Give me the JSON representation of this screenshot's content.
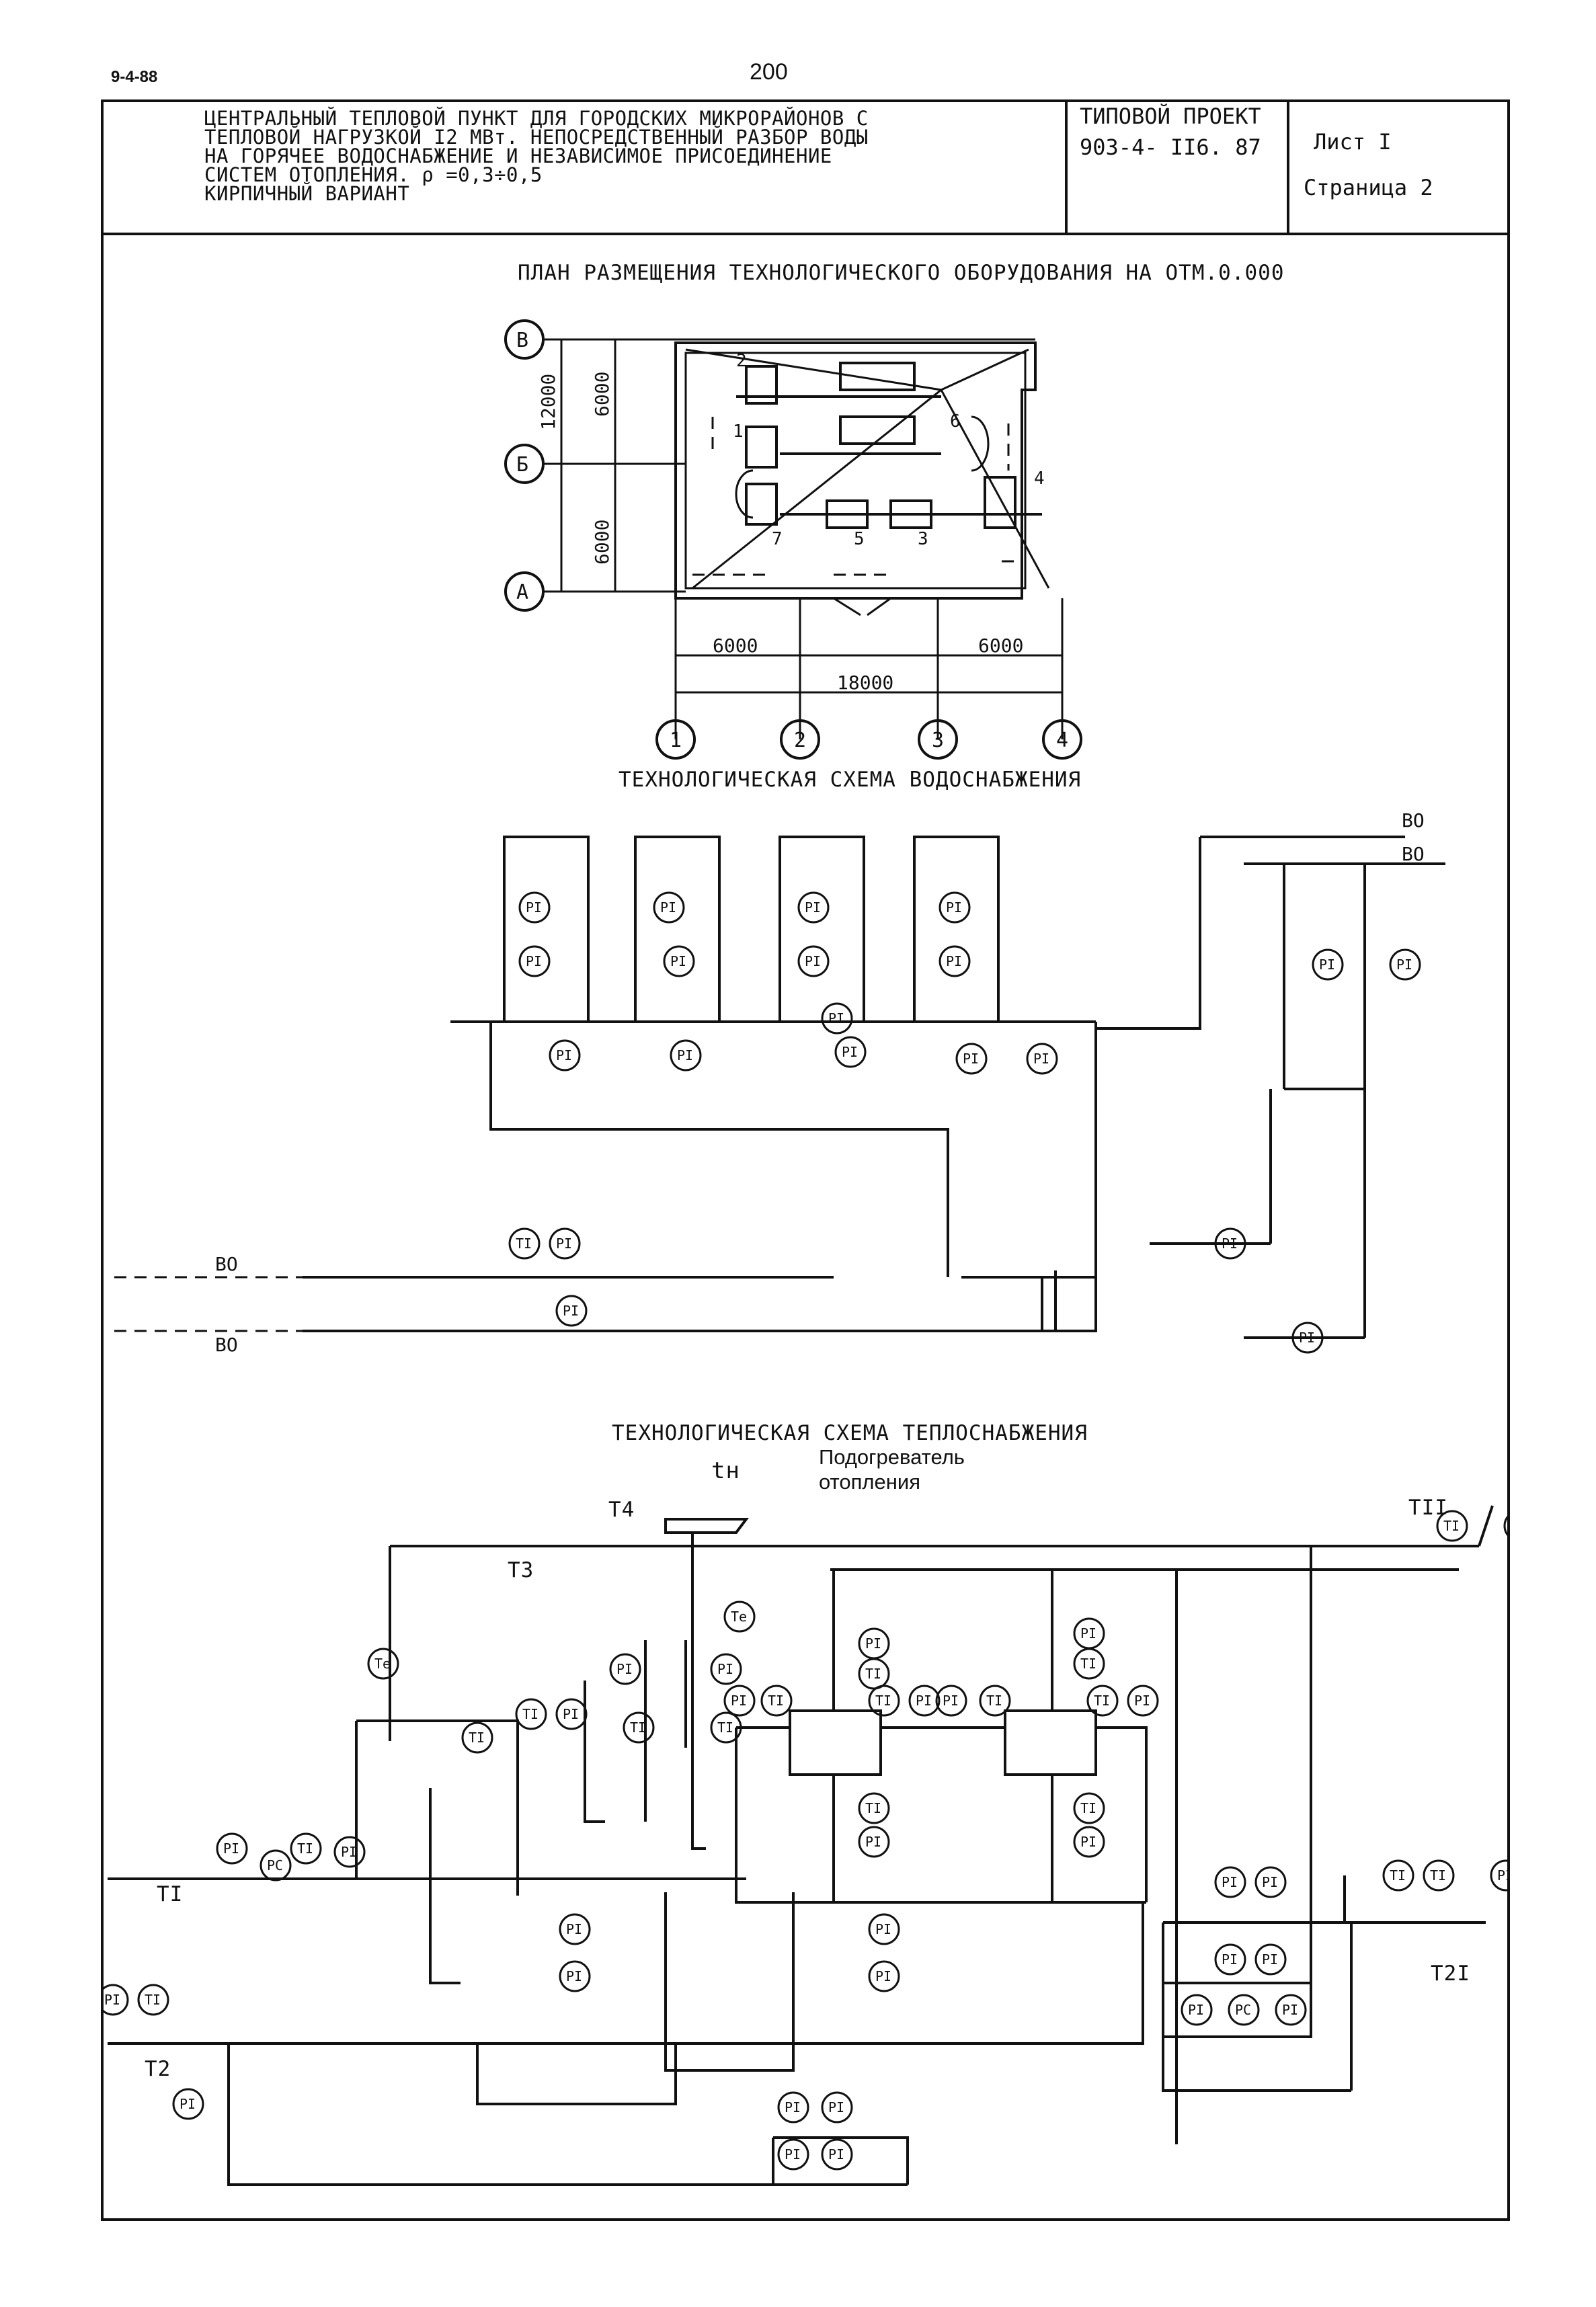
{
  "header": {
    "doc_code": "9-4-88",
    "page_number": "200",
    "title_lines": [
      "ЦЕНТРАЛЬНЫЙ ТЕПЛОВОЙ ПУНКТ ДЛЯ ГОРОДСКИХ МИКРОРАЙОНОВ С",
      "ТЕПЛОВОЙ НАГРУЗКОЙ I2 МВт. НЕПОСРЕДСТВЕННЫЙ РАЗБОР ВОДЫ",
      "НА ГОРЯЧЕЕ ВОДОСНАБЖЕНИЕ И НЕЗАВИСИМОЕ ПРИСОЕДИНЕНИЕ",
      "СИСТЕМ ОТОПЛЕНИЯ. ρ =0,3÷0,5",
      "КИРПИЧНЫЙ ВАРИАНТ"
    ],
    "project_label": "ТИПОВОЙ ПРОЕКТ",
    "project_number": "903-4- II6. 87",
    "sheet": "Лист I",
    "page": "Страница 2"
  },
  "plan": {
    "title": "ПЛАН РАЗМЕЩЕНИЯ ТЕХНОЛОГИЧЕСКОГО ОБОРУДОВАНИЯ НА ОТМ.0.000",
    "axes_rows": [
      "В",
      "Б",
      "А"
    ],
    "axes_cols": [
      "1",
      "2",
      "3",
      "4"
    ],
    "dim_vertical_total": "12000",
    "dim_vertical_top": "6000",
    "dim_vertical_bottom": "6000",
    "dim_h_left": "6000",
    "dim_h_right": "6000",
    "dim_h_total": "18000",
    "equipment_numbers": [
      "1",
      "2",
      "3",
      "4",
      "5",
      "6",
      "7"
    ]
  },
  "water_scheme": {
    "title": "ТЕХНОЛОГИЧЕСКАЯ СХЕМА ВОДОСНАБЖЕНИЯ",
    "line_label": "ВО",
    "instrument_pi": "PI",
    "instrument_ti": "TI"
  },
  "heat_scheme": {
    "title": "ТЕХНОЛОГИЧЕСКАЯ СХЕМА ТЕПЛОСНАБЖЕНИЯ",
    "heater_label_1": "Подогреватель",
    "heater_label_2": "отопления",
    "outdoor_temp": "tн",
    "line_t1": "TI",
    "line_t2": "T2",
    "line_t3": "T3",
    "line_t4": "T4",
    "line_t11": "TII",
    "line_t21": "T2I",
    "instrument_te": "Te",
    "instrument_pc": "PC"
  }
}
